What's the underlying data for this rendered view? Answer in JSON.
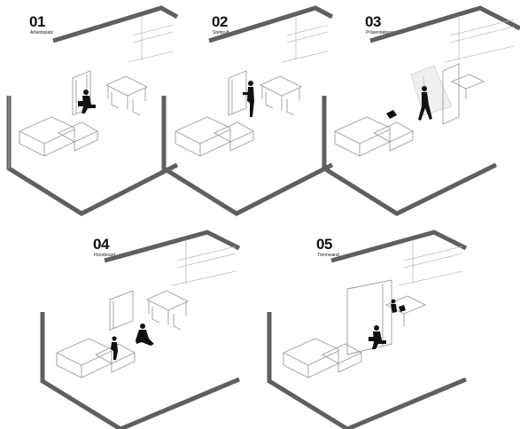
{
  "panels": [
    {
      "number": "01",
      "caption": "Arbeitsplatz"
    },
    {
      "number": "02",
      "caption": "Stehpult"
    },
    {
      "number": "03",
      "caption": "Präsentationswand"
    },
    {
      "number": "04",
      "caption": "Floorboard"
    },
    {
      "number": "05",
      "caption": "Trennwand"
    }
  ],
  "icons": [
    "room-outline",
    "sofa",
    "dining-table",
    "wall-board",
    "person-silhouette",
    "projector-beam",
    "laptop"
  ]
}
